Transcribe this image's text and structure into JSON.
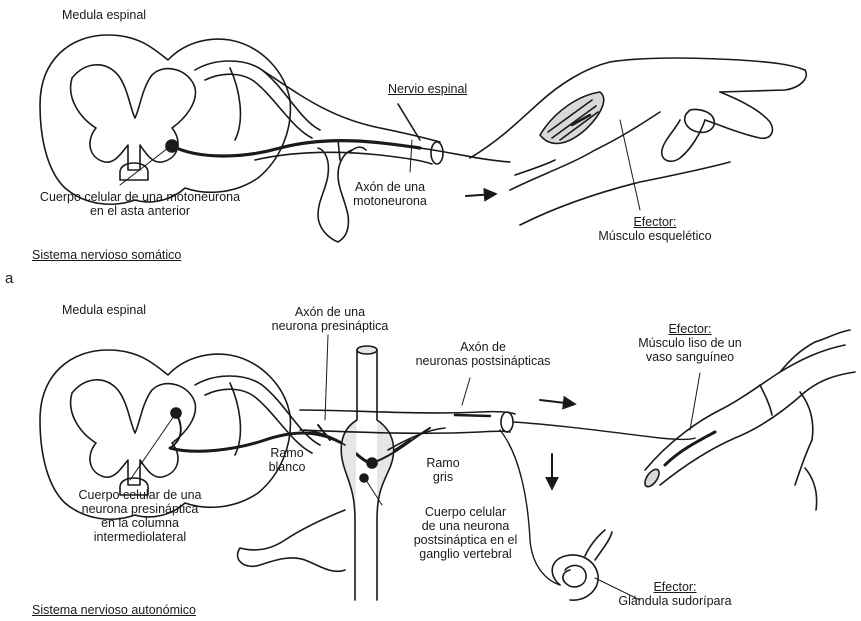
{
  "somatic": {
    "medula_label": "Medula espinal",
    "nerve_label": "Nervio espinal",
    "cell_body_label_1": "Cuerpo celular de una motoneurona",
    "cell_body_label_2": "en el asta anterior",
    "axon_label_1": "Axón de una",
    "axon_label_2": "motoneurona",
    "effector_title": "Efector:",
    "effector_name": "Músculo esquelético",
    "system_label": "Sistema nervioso somático",
    "panel_letter": "a"
  },
  "autonomic": {
    "medula_label": "Medula espinal",
    "presyn_axon_label_1": "Axón de una",
    "presyn_axon_label_2": "neurona presináptica",
    "postsyn_axon_label_1": "Axón de",
    "postsyn_axon_label_2": "neuronas postsinápticas",
    "effector1_title": "Efector:",
    "effector1_name_1": "Músculo liso de un",
    "effector1_name_2": "vaso sanguíneo",
    "ramo_blanco_1": "Ramo",
    "ramo_blanco_2": "blanco",
    "ramo_gris_1": "Ramo",
    "ramo_gris_2": "gris",
    "presyn_cell_1": "Cuerpo celular de una",
    "presyn_cell_2": "neurona presináptica",
    "presyn_cell_3": "en la columna",
    "presyn_cell_4": "intermediolateral",
    "postsyn_cell_1": "Cuerpo celular",
    "postsyn_cell_2": "de una neurona",
    "postsyn_cell_3": "postsináptica en el",
    "postsyn_cell_4": "ganglio vertebral",
    "effector2_title": "Efector:",
    "effector2_name": "Glándula sudorípara",
    "system_label": "Sistema nervioso autonómico"
  }
}
